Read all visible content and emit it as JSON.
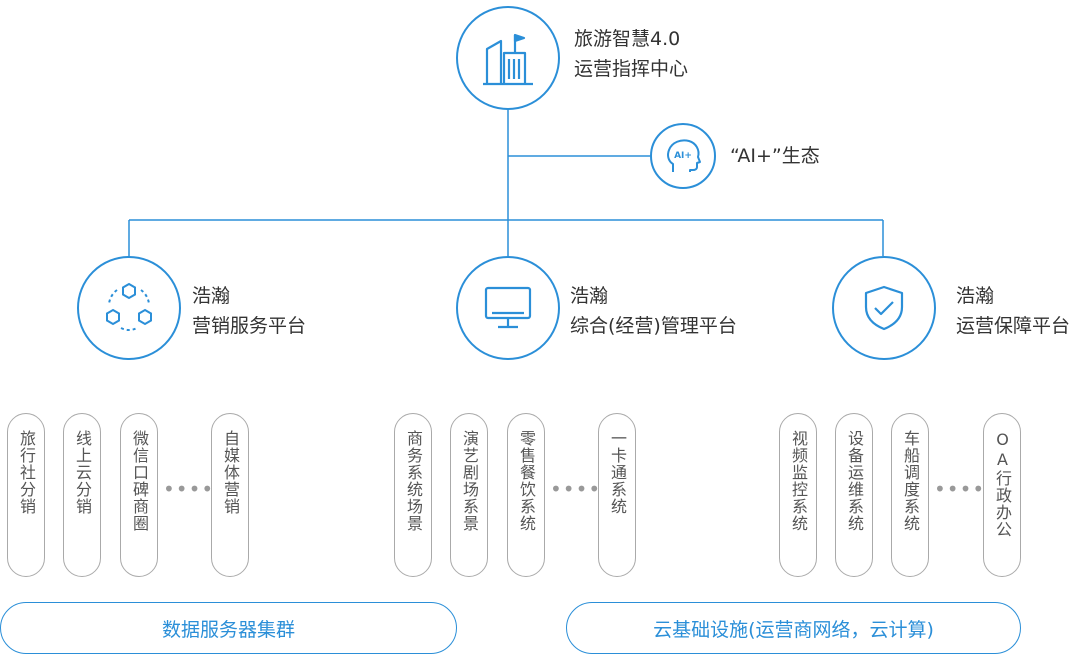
{
  "root": {
    "line1": "旅游智慧4.0",
    "line2": "运营指挥中心",
    "icon": "city-buildings-icon"
  },
  "ai": {
    "label": "“AI+”生态",
    "badge": "AI+",
    "icon": "ai-head-icon"
  },
  "platforms": [
    {
      "line1": "浩瀚",
      "line2": "营销服务平台",
      "icon": "hexagon-network-icon"
    },
    {
      "line1": "浩瀚",
      "line2": "综合(经营)管理平台",
      "icon": "monitor-icon"
    },
    {
      "line1": "浩瀚",
      "line2": "运营保障平台",
      "icon": "shield-check-icon"
    }
  ],
  "groups": [
    {
      "items": [
        "旅行社分销",
        "线上云分销",
        "微信口碑商圈",
        "自媒体营销"
      ]
    },
    {
      "items": [
        "商务系统场景",
        "演艺剧场系景",
        "零售餐饮系统",
        "一卡通系统"
      ]
    },
    {
      "items": [
        "视频监控系统",
        "设备运维系统",
        "车船调度系统",
        "OA行政办公"
      ]
    }
  ],
  "ellipsis": "•••••",
  "bottom": {
    "left": "数据服务器集群",
    "right": "云基础设施(运营商网络，云计算)"
  },
  "colors": {
    "accent": "#2b8fd8",
    "pill_border": "#aaaaaa",
    "text": "#333333"
  }
}
